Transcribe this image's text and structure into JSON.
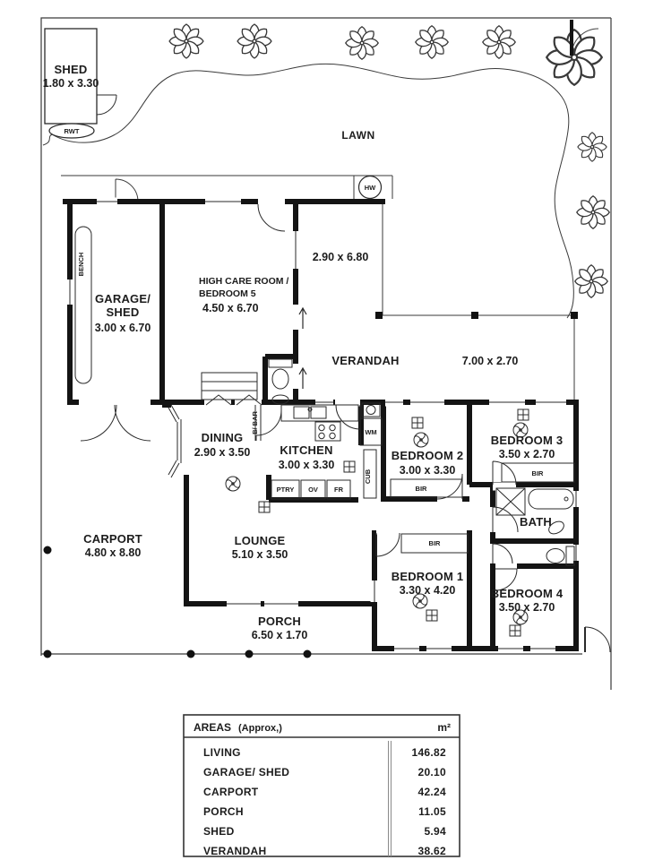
{
  "plan": {
    "site": {
      "lawn": "LAWN",
      "shed_name": "SHED",
      "shed_dims": "1.80 x 3.30",
      "rwt": "RWT",
      "hw": "HW"
    },
    "labels": {
      "bir": "BIR",
      "bench": "BENCH",
      "bbar": "B/ BAR",
      "wm": "WM",
      "cub": "CUB",
      "ptry": "PTRY",
      "ov": "OV",
      "fr": "FR"
    },
    "rooms": {
      "garage_name1": "GARAGE/",
      "garage_name2": "SHED",
      "garage_dims": "3.00 x 6.70",
      "highcare_name1": "HIGH CARE ROOM /",
      "highcare_name2": "BEDROOM 5",
      "highcare_dims": "4.50 x 6.70",
      "side_dims": "2.90 x 6.80",
      "verandah_name": "VERANDAH",
      "verandah_dims": "7.00 x 2.70",
      "dining_name": "DINING",
      "dining_dims": "2.90 x 3.50",
      "kitchen_name": "KITCHEN",
      "kitchen_dims": "3.00 x 3.30",
      "bed2_name": "BEDROOM 2",
      "bed2_dims": "3.00 x 3.30",
      "bed3_name": "BEDROOM 3",
      "bed3_dims": "3.50 x 2.70",
      "bed1_name": "BEDROOM 1",
      "bed1_dims": "3.30 x 4.20",
      "bed4_name": "BEDROOM 4",
      "bed4_dims": "3.50 x 2.70",
      "bath_name": "BATH",
      "carport_name": "CARPORT",
      "carport_dims": "4.80 x 8.80",
      "lounge_name": "LOUNGE",
      "lounge_dims": "5.10 x 3.50",
      "porch_name": "PORCH",
      "porch_dims": "6.50 x 1.70"
    }
  },
  "areas_table": {
    "title": "AREAS",
    "qualifier": "(Approx,)",
    "unit": "m²",
    "rows": [
      {
        "label": "LIVING",
        "value": "146.82"
      },
      {
        "label": "GARAGE/ SHED",
        "value": "20.10"
      },
      {
        "label": "CARPORT",
        "value": "42.24"
      },
      {
        "label": "PORCH",
        "value": "11.05"
      },
      {
        "label": "SHED",
        "value": "5.94"
      },
      {
        "label": "VERANDAH",
        "value": "38.62"
      }
    ]
  },
  "colors": {
    "wall": "#141414",
    "line": "#3a3a3a",
    "background": "#ffffff"
  }
}
